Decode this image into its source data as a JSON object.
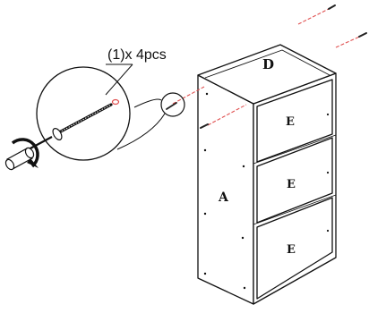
{
  "callout": {
    "text": "(1)x 4pcs"
  },
  "labels": {
    "top": "D",
    "side": "A",
    "drawer1": "E",
    "drawer2": "E",
    "drawer3": "E"
  },
  "colors": {
    "line": "#111111",
    "guide": "#e05050",
    "screw": "#222222",
    "background": "#ffffff"
  },
  "icons": {
    "rotate": "rotate-arrow-icon",
    "screw": "screw-icon",
    "screwdriver": "screwdriver-icon"
  }
}
